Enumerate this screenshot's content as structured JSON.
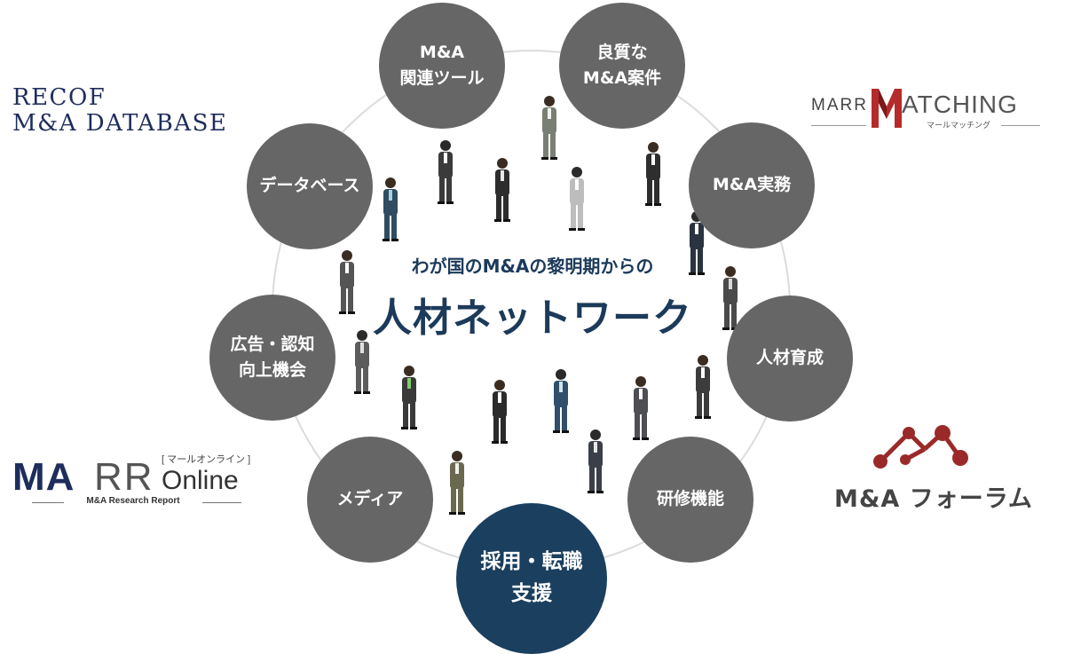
{
  "center": {
    "subtitle": "わが国のM&Aの黎明期からの",
    "title": "人材ネットワーク"
  },
  "nodes": {
    "tools": {
      "line1": "M&A",
      "line2": "関連ツール"
    },
    "deals": {
      "line1": "良質な",
      "line2": "M&A案件"
    },
    "practice": {
      "line1": "M&A実務"
    },
    "training": {
      "line1": "人材育成"
    },
    "seminar": {
      "line1": "研修機能"
    },
    "recruit": {
      "line1": "採用・転職",
      "line2": "支援"
    },
    "media": {
      "line1": "メディア"
    },
    "ad": {
      "line1": "広告・認知",
      "line2": "向上機会"
    },
    "database": {
      "line1": "データベース"
    }
  },
  "logos": {
    "recof": {
      "line1": "RECOF",
      "line2": "M&A DATABASE"
    },
    "marr_online": {
      "ma": "MA",
      "rr": "RR",
      "small": "[ マールオンライン ]",
      "online": "Online",
      "tagline": "M&A Research Report"
    },
    "marr_matching": {
      "marr": "MARR",
      "atching": "ATCHING",
      "tagline": "マールマッチング"
    },
    "forum": {
      "text": "M&A フォーラム"
    }
  },
  "colors": {
    "node_gray": "#666666",
    "node_highlight": "#1b3f5e",
    "title_navy": "#1c3a5a",
    "recof_navy": "#1e2d5c",
    "matching_red": "#b52a2a",
    "forum_red": "#9a2a2a"
  }
}
